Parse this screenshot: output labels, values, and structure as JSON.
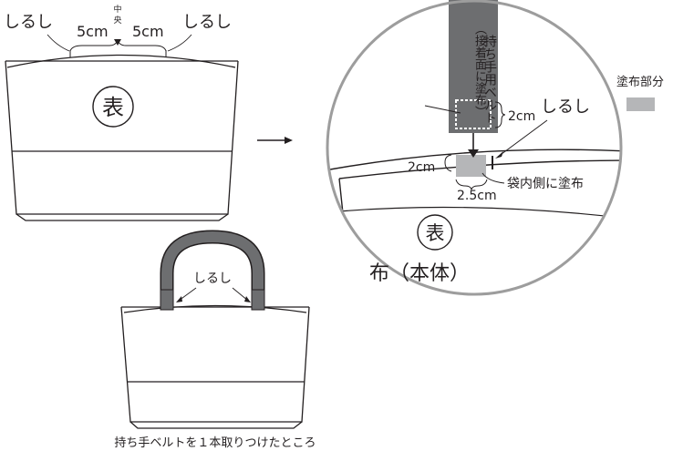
{
  "diagram": {
    "top_left": {
      "mark_left": "しるし",
      "mark_right": "しるし",
      "dist_left": "5cm",
      "dist_right": "5cm",
      "center_label": "中央",
      "face_label": "表"
    },
    "zoom": {
      "strap_label": "持ち手用ベルト",
      "strap_note": "（接着面に塗布）",
      "strap_dim": "2cm",
      "mark_label": "しるし",
      "left_dim": "2cm",
      "bottom_dim": "2.5cm",
      "inner_label": "袋内側に塗布",
      "face_label": "表",
      "body_label": "布（本体）"
    },
    "legend": {
      "label": "塗布部分",
      "color": "#b5b6b8"
    },
    "bottom": {
      "mark_label": "しるし",
      "caption": "持ち手ベルトを１本取りつけたところ"
    },
    "colors": {
      "strap": "#6d6e70",
      "line": "#231f20",
      "circle": "#9d9d9d",
      "glue": "#b5b6b8"
    }
  }
}
